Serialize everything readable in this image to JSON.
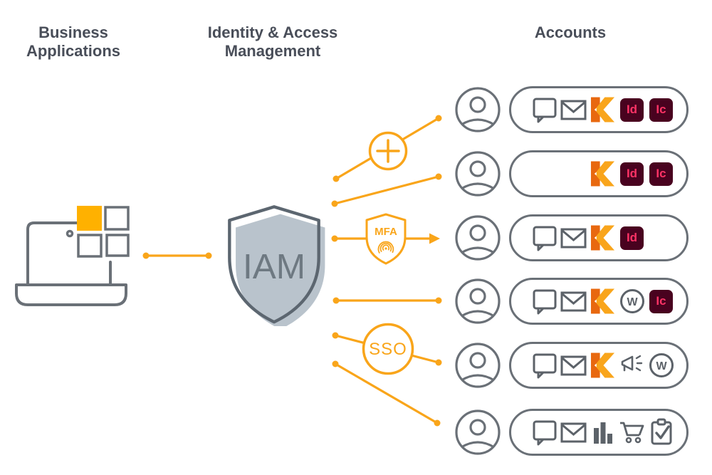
{
  "page": {
    "background": "#ffffff"
  },
  "headers": {
    "business": {
      "line1": "Business",
      "line2": "Applications"
    },
    "iam": {
      "line1": "Identity & Access",
      "line2": "Management"
    },
    "accounts": {
      "line1": "Accounts"
    }
  },
  "iam_shield": {
    "label": "IAM"
  },
  "badges": {
    "provision": {
      "icon": "plus-icon"
    },
    "mfa": {
      "label": "MFA",
      "icon": "fingerprint-icon"
    },
    "sso": {
      "label": "SSO"
    }
  },
  "labels": {
    "indesign": "Id",
    "incopy": "Ic",
    "wordpress": "W"
  },
  "colors": {
    "accent_orange": "#F9A51A",
    "highlight_square_orange": "#FFB100",
    "k_logo_dark_orange": "#E8680F",
    "k_logo_amber": "#F9A51B",
    "adobe_badge_bg": "#49021F",
    "adobe_badge_text": "#FF3366",
    "outline_gray": "#6A7077",
    "icon_gray": "#5C6269",
    "shield_fill": "#B9C3CC",
    "shield_outline": "#5C6670",
    "shield_text": "#6E7982",
    "header_text": "#494E59"
  },
  "accounts": {
    "rows": [
      {
        "apps": [
          "speech-bubble",
          "mail",
          "k-logo",
          "indesign",
          "incopy"
        ]
      },
      {
        "apps": [
          null,
          null,
          "k-logo",
          "indesign",
          "incopy"
        ]
      },
      {
        "apps": [
          "speech-bubble",
          "mail",
          "k-logo",
          "indesign",
          null
        ]
      },
      {
        "apps": [
          "speech-bubble",
          "mail",
          "k-logo",
          "wordpress",
          "incopy"
        ]
      },
      {
        "apps": [
          "speech-bubble",
          "mail",
          "k-logo",
          "megaphone",
          "wordpress"
        ]
      },
      {
        "apps": [
          "speech-bubble",
          "mail",
          "bar-chart",
          "shopping-cart",
          "clipboard-check"
        ]
      }
    ]
  }
}
